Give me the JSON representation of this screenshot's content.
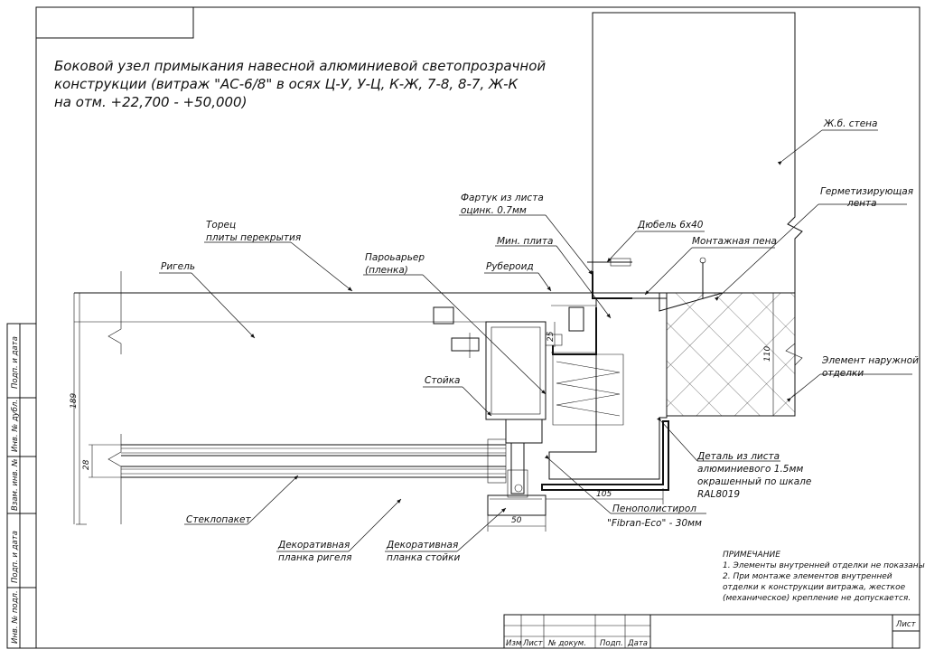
{
  "title": {
    "line1": "Боковой узел примыкания навесной алюминиевой светопрозрачной",
    "line2": "конструкции (витраж \"АС-6/8\" в осях Ц-У, У-Ц, К-Ж, 7-8, 8-7, Ж-К",
    "line3": "на отм. +22,700 - +50,000)"
  },
  "labels": {
    "zb_wall": "Ж.б. стена",
    "sealing_tape_1": "Герметизирующая",
    "sealing_tape_2": "лента",
    "apron_1": "Фартук из листа",
    "apron_2": "оцинк. 0.7мм",
    "dowel": "Дюбель 6х40",
    "min_wool": "Мин. плита",
    "foam": "Монтажная пена",
    "slab_end_1": "Торец",
    "slab_end_2": "плиты перекрытия",
    "vapor_1": "Пароьарьер",
    "vapor_2": "(пленка)",
    "ruberoid": "Рубероид",
    "rigel": "Ригель",
    "stoika": "Стойка",
    "cladding_1": "Элемент наружной",
    "cladding_2": "отделки",
    "detail_1": "Деталь из листа",
    "detail_2": "алюминиевого 1.5мм",
    "detail_3": "окрашенный по шкале",
    "detail_4": "RAL8019",
    "polystyrene_1": "Пенополистирол",
    "polystyrene_2": "\"Fibran-Eco\" - 30мм",
    "glass_unit": "Стеклопакет",
    "deco_rigel_1": "Декоративная",
    "deco_rigel_2": "планка ригеля",
    "deco_stoika_1": "Декоративная",
    "deco_stoika_2": "планка стойки"
  },
  "dimensions": {
    "d189": "189",
    "d28": "28",
    "d25": "25",
    "d110": "110",
    "d105": "105",
    "d50": "50"
  },
  "notes": {
    "heading": "ПРИМЕЧАНИЕ",
    "n1": "1. Элементы внутренней отделки не показаны.",
    "n2a": "2. При монтаже элементов внутренней",
    "n2b": "отделки к конструкции витража, жесткое",
    "n2c": "(механическое) крепление не допускается."
  },
  "stamp": {
    "izm": "Изм",
    "list": "Лист",
    "ndoc": "№ докум.",
    "podp": "Подп.",
    "data": "Дата",
    "list_box": "Лист"
  },
  "side_stamp": {
    "inv_podl": "Инв. № подл.",
    "podp_data_1": "Подп. и дата",
    "vzam_inv": "Взам. инв. №",
    "podp_data_2": "Подп. и дата",
    "inv_dubl": "Инв. № дубл."
  }
}
